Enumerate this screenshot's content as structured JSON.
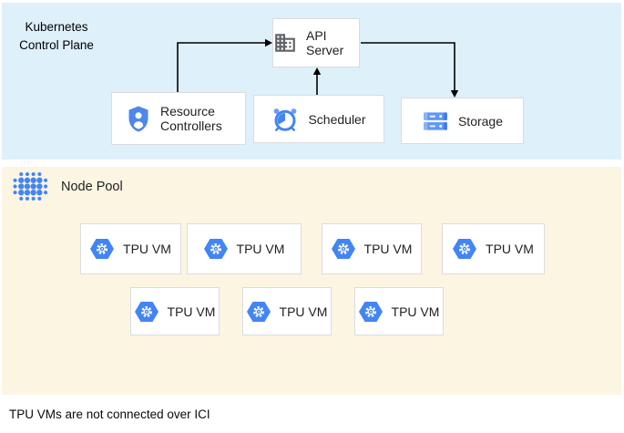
{
  "control_plane": {
    "label": "Kubernetes Control Plane",
    "nodes": {
      "api_server": {
        "label": "API Server",
        "icon": "building-icon"
      },
      "resource_controllers": {
        "label": "Resource Controllers",
        "icon": "shield-person-icon"
      },
      "scheduler": {
        "label": "Scheduler",
        "icon": "alarm-clock-icon"
      },
      "storage": {
        "label": "Storage",
        "icon": "storage-stack-icon"
      }
    },
    "edges": [
      {
        "from": "resource_controllers",
        "to": "api_server"
      },
      {
        "from": "scheduler",
        "to": "api_server"
      },
      {
        "from": "api_server",
        "to": "storage"
      }
    ]
  },
  "node_pool": {
    "label": "Node Pool",
    "icon": "dot-cluster-icon",
    "vm_label": "TPU VM",
    "vm_count": 7,
    "vm_icon": "hexagon-gear-icon"
  },
  "caption": "TPU VMs are not connected over ICI",
  "colors": {
    "control_plane_bg": "#DEF0FA",
    "node_pool_bg": "#FCF5E2",
    "box_border": "#DADCE0",
    "accent_blue": "#4285F4",
    "icon_gray": "#5F6368",
    "arrow": "#000000"
  }
}
